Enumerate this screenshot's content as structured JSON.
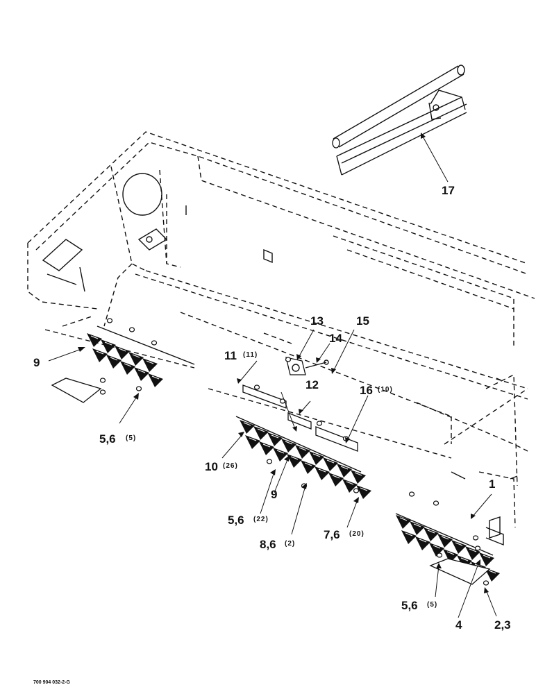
{
  "figure_code": "700 904 032-2-G",
  "callouts": {
    "c1": {
      "label": "1",
      "qty": ""
    },
    "c2_3": {
      "label": "2,3",
      "qty": ""
    },
    "c4": {
      "label": "4",
      "qty": ""
    },
    "c5_6_left": {
      "label": "5,6",
      "qty": "(5)"
    },
    "c5_6_mid": {
      "label": "5,6",
      "qty": "(22)"
    },
    "c5_6_right": {
      "label": "5,6",
      "qty": "(5)"
    },
    "c7_6": {
      "label": "7,6",
      "qty": "(20)"
    },
    "c8_6": {
      "label": "8,6",
      "qty": "(2)"
    },
    "c9_left": {
      "label": "9",
      "qty": ""
    },
    "c9_mid": {
      "label": "9",
      "qty": ""
    },
    "c10": {
      "label": "10",
      "qty": "(26)"
    },
    "c11": {
      "label": "11",
      "qty": "(11)"
    },
    "c12": {
      "label": "12",
      "qty": ""
    },
    "c13": {
      "label": "13",
      "qty": ""
    },
    "c14": {
      "label": "14",
      "qty": ""
    },
    "c15": {
      "label": "15",
      "qty": ""
    },
    "c16": {
      "label": "16",
      "qty": "(10)"
    },
    "c17": {
      "label": "17",
      "qty": ""
    }
  }
}
